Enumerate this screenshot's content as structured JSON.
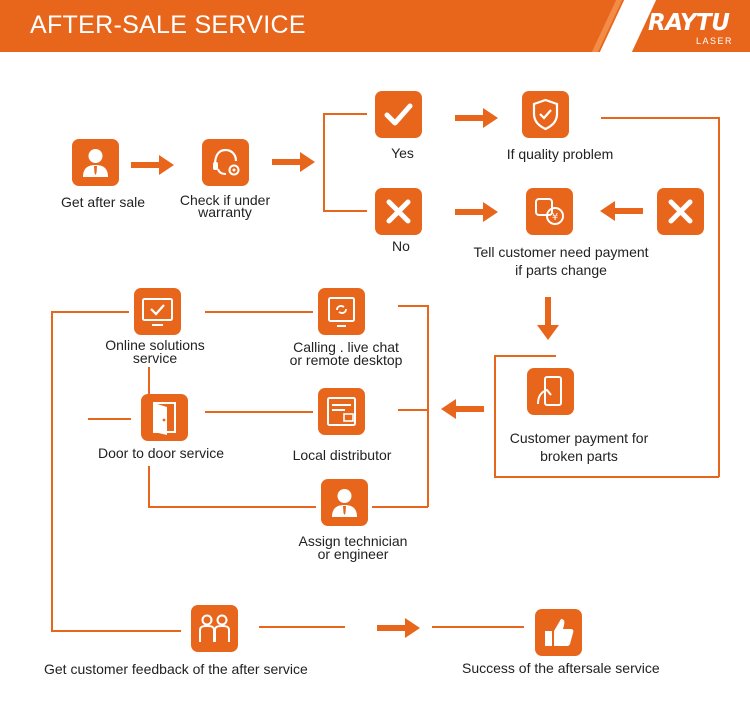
{
  "header": {
    "title": "AFTER-SALE SERVICE",
    "brand": "RAYTU",
    "brand_sub": "LASER"
  },
  "colors": {
    "accent": "#e8661c",
    "text": "#222222",
    "background": "#ffffff"
  },
  "nodes": {
    "get_after_sale": {
      "label": "Get after sale",
      "icon": "person-icon"
    },
    "check_warranty": {
      "line1": "Check if under",
      "line2": "warranty",
      "icon": "headset-gear-icon"
    },
    "yes": {
      "label": "Yes",
      "icon": "check-icon"
    },
    "no": {
      "label": "No",
      "icon": "cross-icon"
    },
    "quality_problem": {
      "label": "If quality problem",
      "icon": "shield-check-icon"
    },
    "tell_customer": {
      "line1": "Tell  customer need  payment",
      "line2": "if parts change",
      "icon": "yen-exchange-icon"
    },
    "cross_right": {
      "icon": "cross-icon"
    },
    "customer_payment": {
      "line1": "Customer payment for",
      "line2": "broken parts",
      "icon": "card-payment-icon"
    },
    "online_solutions": {
      "line1": "Online solutions",
      "line2": "service",
      "icon": "monitor-check-icon"
    },
    "calling": {
      "line1": "Calling . live chat",
      "line2": "or  remote desktop",
      "icon": "remote-desktop-icon"
    },
    "door_to_door": {
      "label": "Door to door service",
      "icon": "door-icon"
    },
    "local_distributor": {
      "label": "Local  distributor",
      "icon": "store-icon"
    },
    "assign_technician": {
      "line1": "Assign technician",
      "line2": "or engineer",
      "icon": "technician-icon"
    },
    "feedback": {
      "label": "Get customer feedback of the after service",
      "icon": "people-icon"
    },
    "success": {
      "label": "Success of the aftersale service",
      "icon": "thumbs-up-icon"
    }
  }
}
